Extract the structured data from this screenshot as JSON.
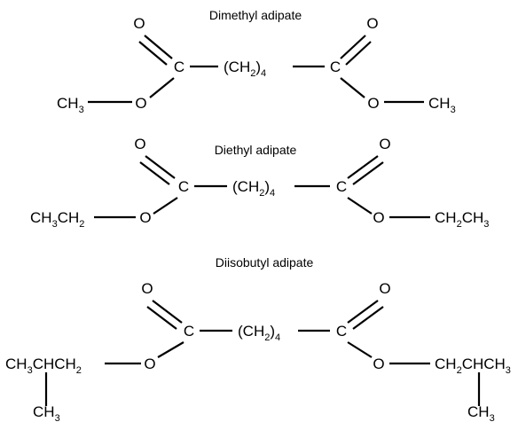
{
  "molecules": [
    {
      "title": "Dimethyl adipate",
      "carbonyl_o": "O",
      "carbon": "C",
      "ester_o": "O",
      "chain": {
        "base": "(CH",
        "sub": "2",
        "close": ")",
        "count": "4"
      },
      "left_group": {
        "parts": [
          {
            "t": "CH"
          },
          {
            "t": "3",
            "sub": true
          }
        ]
      },
      "right_group": {
        "parts": [
          {
            "t": "CH"
          },
          {
            "t": "3",
            "sub": true
          }
        ]
      }
    },
    {
      "title": "Diethyl adipate",
      "carbonyl_o": "O",
      "carbon": "C",
      "ester_o": "O",
      "chain": {
        "base": "(CH",
        "sub": "2",
        "close": ")",
        "count": "4"
      },
      "left_group": {
        "parts": [
          {
            "t": "CH"
          },
          {
            "t": "3",
            "sub": true
          },
          {
            "t": "CH"
          },
          {
            "t": "2",
            "sub": true
          }
        ]
      },
      "right_group": {
        "parts": [
          {
            "t": "CH"
          },
          {
            "t": "2",
            "sub": true
          },
          {
            "t": "CH"
          },
          {
            "t": "3",
            "sub": true
          }
        ]
      }
    },
    {
      "title": "Diisobutyl adipate",
      "carbonyl_o": "O",
      "carbon": "C",
      "ester_o": "O",
      "chain": {
        "base": "(CH",
        "sub": "2",
        "close": ")",
        "count": "4"
      },
      "left_group": {
        "parts": [
          {
            "t": "CH"
          },
          {
            "t": "3",
            "sub": true
          },
          {
            "t": "CHCH"
          },
          {
            "t": "2",
            "sub": true
          }
        ]
      },
      "right_group": {
        "parts": [
          {
            "t": "CH"
          },
          {
            "t": "2",
            "sub": true
          },
          {
            "t": "CHCH"
          },
          {
            "t": "3",
            "sub": true
          }
        ]
      },
      "left_branch": {
        "parts": [
          {
            "t": "CH"
          },
          {
            "t": "3",
            "sub": true
          }
        ]
      },
      "right_branch": {
        "parts": [
          {
            "t": "CH"
          },
          {
            "t": "3",
            "sub": true
          }
        ]
      }
    }
  ]
}
